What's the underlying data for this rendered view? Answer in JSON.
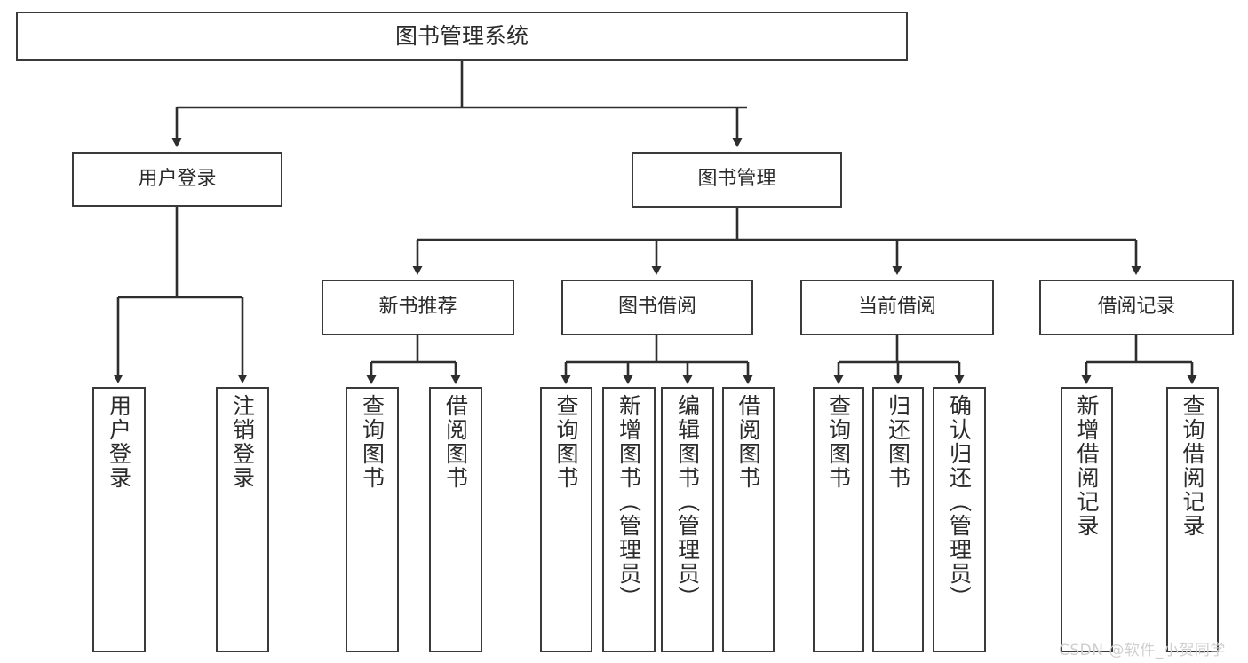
{
  "diagram": {
    "title": "图书管理系统",
    "type": "tree-hierarchy-chart",
    "watermark": "CSDN @软件_小贺同学",
    "colors": {
      "box_border": "#3a3a3a",
      "connector": "#2e2e2e",
      "text": "#2b2b2b",
      "background": "#ffffff",
      "watermark": "#cfcfcf"
    }
  },
  "nodes": {
    "root": {
      "label": "图书管理系统"
    },
    "level2": [
      {
        "label": "用户登录"
      },
      {
        "label": "图书管理"
      }
    ],
    "level3": [
      {
        "label": "新书推荐"
      },
      {
        "label": "图书借阅"
      },
      {
        "label": "当前借阅"
      },
      {
        "label": "借阅记录"
      }
    ],
    "leaves": {
      "user_login": [
        {
          "label": "用户登录"
        },
        {
          "label": "注销登录"
        }
      ],
      "new_book_recommend": [
        {
          "label": "查询图书"
        },
        {
          "label": "借阅图书"
        }
      ],
      "book_borrow": [
        {
          "label": "查询图书"
        },
        {
          "label": "新增图书（管理员）"
        },
        {
          "label": "编辑图书（管理员）"
        },
        {
          "label": "借阅图书"
        }
      ],
      "current_borrow": [
        {
          "label": "查询图书"
        },
        {
          "label": "归还图书"
        },
        {
          "label": "确认归还（管理员）"
        }
      ],
      "borrow_record": [
        {
          "label": "新增借阅记录"
        },
        {
          "label": "查询借阅记录"
        }
      ]
    }
  }
}
